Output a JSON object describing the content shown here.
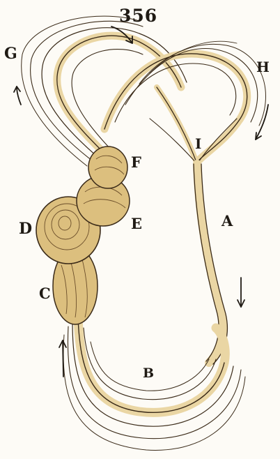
{
  "figure": {
    "page_number": "356",
    "labels": {
      "A": "A",
      "B": "B",
      "C": "C",
      "D": "D",
      "E": "E",
      "F": "F",
      "G": "G",
      "H": "H",
      "I": "I"
    },
    "colors": {
      "vessel_fill": "#ead6a4",
      "vessel_line": "#3a2a18",
      "organ_fill": "#dcbf7e",
      "background": "#fdfbf6"
    }
  }
}
